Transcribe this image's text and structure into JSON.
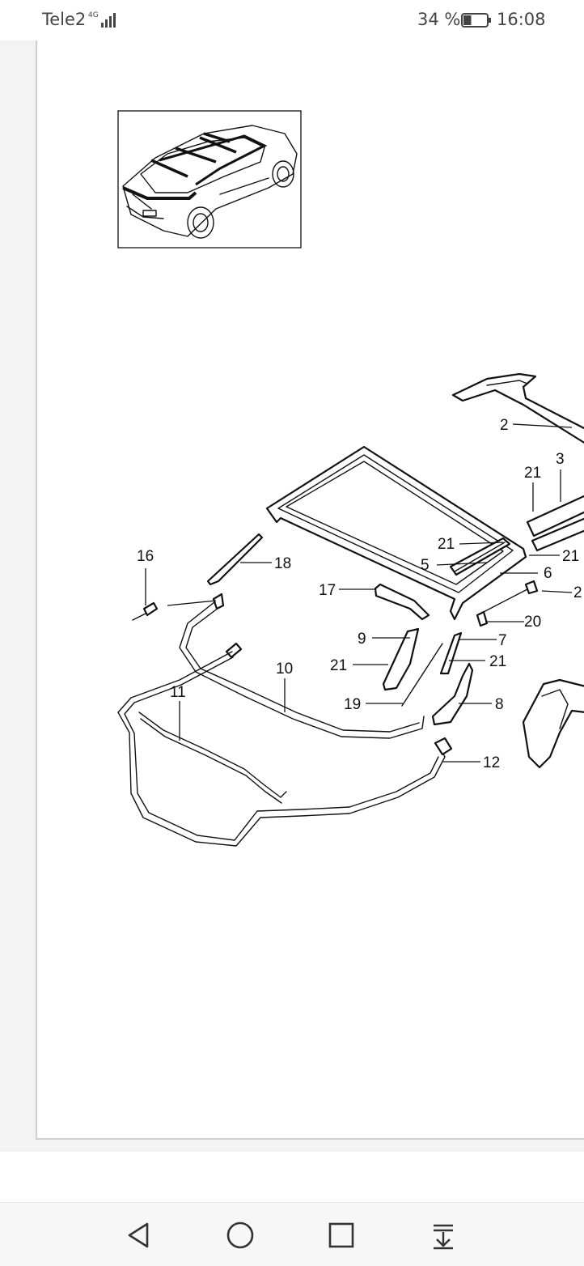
{
  "status_bar": {
    "carrier": "Tele2",
    "network": "4G",
    "battery_percent": "34 %",
    "battery_level": 0.34,
    "time": "16:08"
  },
  "callouts": {
    "c2_top": "2",
    "c3": "3",
    "c21_a": "21",
    "c21_b": "21",
    "c21_c": "21",
    "c5": "5",
    "c6": "6",
    "c2_right": "2",
    "c16": "16",
    "c18": "18",
    "c17": "17",
    "c20": "20",
    "c9": "9",
    "c7": "7",
    "c21_d": "21",
    "c21_e": "21",
    "c10": "10",
    "c11": "11",
    "c19": "19",
    "c8": "8",
    "c12": "12"
  },
  "nav": {
    "back_icon": "triangle-back-icon",
    "home_icon": "circle-home-icon",
    "recents_icon": "square-recents-icon",
    "notifications_icon": "pull-down-icon"
  }
}
